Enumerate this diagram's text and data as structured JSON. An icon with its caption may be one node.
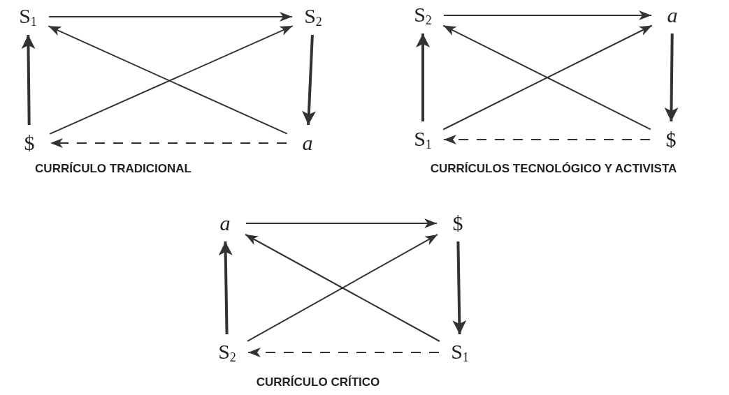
{
  "diagram": {
    "nodes": [
      {
        "text": [
          "S$_{1}$"
        ]
      },
      {
        "text": [
          "S$_{2}$"
        ]
      },
      {
        "text": [
          "$"
        ]
      },
      {
        "text": [
          "a"
        ]
      },
      {
        "text": [
          "S$_{2}$"
        ]
      },
      {
        "text": [
          "a"
        ]
      },
      {
        "text": [
          "S$_{1}$"
        ]
      },
      {
        "text": [
          "$"
        ]
      },
      {
        "text": [
          "a"
        ]
      },
      {
        "text": [
          "$"
        ]
      },
      {
        "text": [
          "S$_{2}$"
        ]
      },
      {
        "text": [
          "S$_{1}$"
        ]
      }
    ],
    "edges": [
      {
        "from": 0,
        "to": 1,
        "arrow": "to"
      },
      {
        "from": 1,
        "to": 3,
        "arrow": "to",
        "style": "thick"
      },
      {
        "from": 3,
        "to": 2,
        "arrow": "to",
        "style": "dashed"
      },
      {
        "from": 2,
        "to": 0,
        "arrow": "to",
        "style": "thick"
      },
      {
        "from": 2,
        "to": 1,
        "arrow": "to"
      },
      {
        "from": 3,
        "to": 0,
        "arrow": "to"
      },
      {
        "from": 4,
        "to": 5,
        "arrow": "to"
      },
      {
        "from": 5,
        "to": 7,
        "arrow": "to",
        "style": "thick"
      },
      {
        "from": 7,
        "to": 6,
        "arrow": "to",
        "style": "dashed"
      },
      {
        "from": 6,
        "to": 4,
        "arrow": "to",
        "style": "thick"
      },
      {
        "from": 6,
        "to": 5,
        "arrow": "to"
      },
      {
        "from": 7,
        "to": 4,
        "arrow": "to"
      },
      {
        "from": 8,
        "to": 9,
        "arrow": "to"
      },
      {
        "from": 9,
        "to": 11,
        "arrow": "to",
        "style": "thick"
      },
      {
        "from": 11,
        "to": 10,
        "arrow": "to",
        "style": "dashed"
      },
      {
        "from": 10,
        "to": 8,
        "arrow": "to",
        "style": "thick"
      },
      {
        "from": 10,
        "to": 9,
        "arrow": "to"
      },
      {
        "from": 11,
        "to": 8,
        "arrow": "to"
      }
    ],
    "labels": [
      "CURRÍCULO TRADICIONAL",
      "CURRÍCULOS TECNOLÓGICO Y ACTIVISTA",
      "CURRÍCULO CRÍTICO"
    ]
  }
}
